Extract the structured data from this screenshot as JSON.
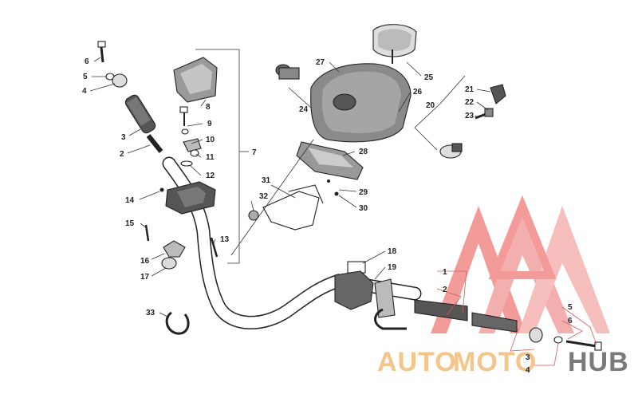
{
  "callouts": {
    "c1": "1",
    "c2": "2",
    "c3": "3",
    "c4": "4",
    "c5": "5",
    "c6": "6",
    "c7": "7",
    "c8": "8",
    "c9": "9",
    "c10": "10",
    "c11": "11",
    "c12": "12",
    "c13": "13",
    "c14": "14",
    "c15": "15",
    "c16": "16",
    "c17": "17",
    "c18": "18",
    "c19": "19",
    "c20": "20",
    "c21": "21",
    "c22": "22",
    "c23": "23",
    "c24": "24",
    "c25": "25",
    "c26": "26",
    "c27": "27",
    "c28": "28",
    "c29": "29",
    "c30": "30",
    "c31": "31",
    "c32": "32",
    "c33": "33",
    "r1": "1",
    "r2": "2",
    "r3": "3",
    "r4": "4",
    "r5": "5",
    "r6": "6"
  },
  "watermark": {
    "text_auto": "AUTO",
    "text_moto": "MOTO",
    "text_hub": "HUB",
    "color_light": "#f3c58a",
    "color_dark": "#7a7a7a",
    "logo_color": "#e8605e"
  }
}
